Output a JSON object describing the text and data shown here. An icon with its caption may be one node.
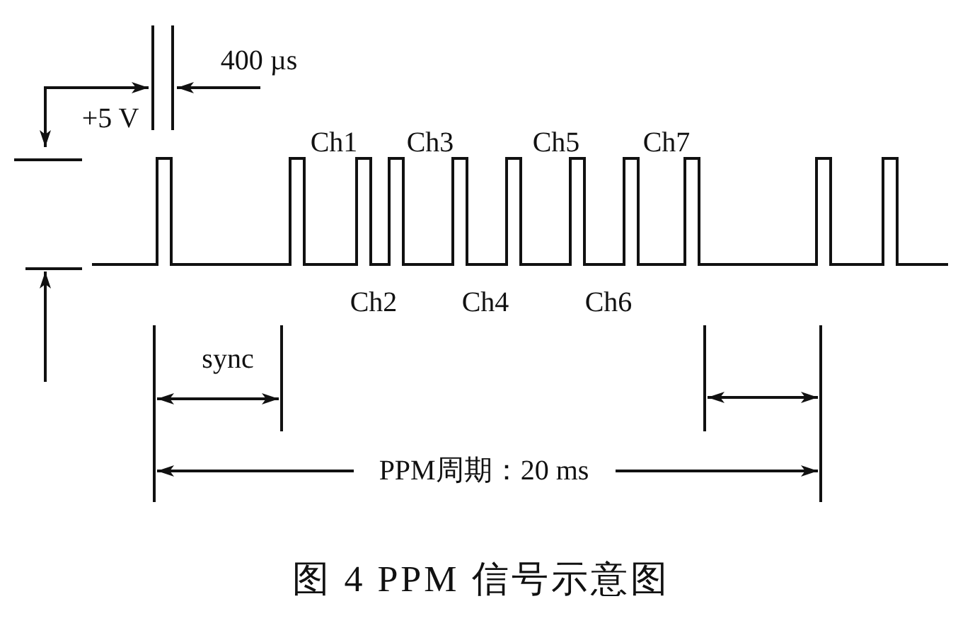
{
  "diagram": {
    "caption": "图 4 PPM 信号示意图",
    "labels": [
      "400 µs",
      "+5 V",
      "Ch1",
      "Ch3",
      "Ch5",
      "Ch7",
      "Ch2",
      "Ch4",
      "Ch6",
      "sync",
      "PPM周期：20 ms"
    ]
  }
}
